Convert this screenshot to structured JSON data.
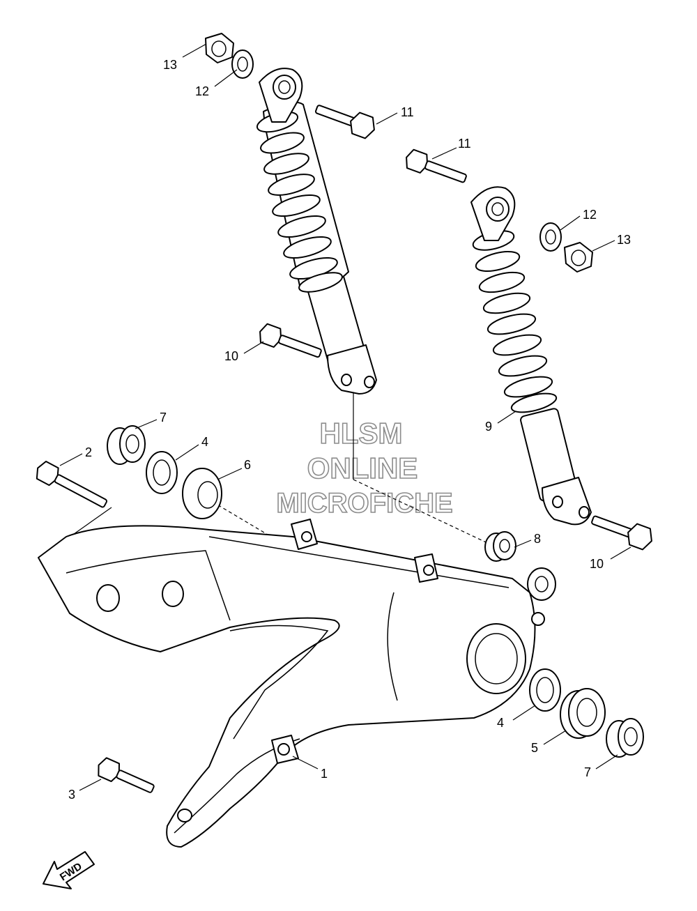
{
  "watermark": {
    "line1": "HLSM",
    "line2": "ONLINE",
    "line3": "MICROFICHE"
  },
  "direction": {
    "label": "FWD",
    "icon": "forward-arrow-icon"
  },
  "callouts": [
    {
      "id": "c13a",
      "label": "13"
    },
    {
      "id": "c12a",
      "label": "12"
    },
    {
      "id": "c11a",
      "label": "11"
    },
    {
      "id": "c11b",
      "label": "11"
    },
    {
      "id": "c12b",
      "label": "12"
    },
    {
      "id": "c13b",
      "label": "13"
    },
    {
      "id": "c10a",
      "label": "10"
    },
    {
      "id": "c7a",
      "label": "7"
    },
    {
      "id": "c4a",
      "label": "4"
    },
    {
      "id": "c2",
      "label": "2"
    },
    {
      "id": "c6",
      "label": "6"
    },
    {
      "id": "c9",
      "label": "9"
    },
    {
      "id": "c8",
      "label": "8"
    },
    {
      "id": "c10b",
      "label": "10"
    },
    {
      "id": "c4b",
      "label": "4"
    },
    {
      "id": "c5",
      "label": "5"
    },
    {
      "id": "c7b",
      "label": "7"
    },
    {
      "id": "c1",
      "label": "1"
    },
    {
      "id": "c3",
      "label": "3"
    }
  ]
}
